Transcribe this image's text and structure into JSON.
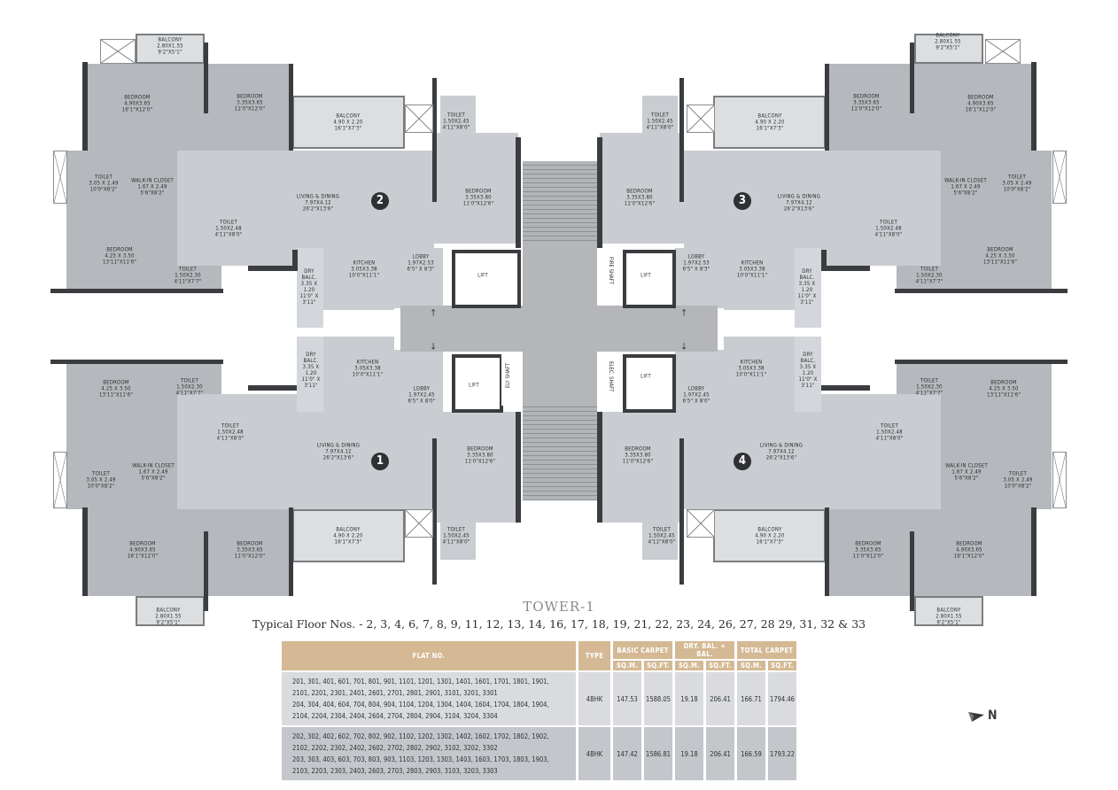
{
  "title": "TOWER-1",
  "subtitle": "Typical Floor Nos. - 2, 3, 4, 6, 7, 8, 9, 11, 12, 13, 14, 16, 17, 18, 19, 21, 22, 23, 24, 26, 27, 28 29, 31, 32 & 33",
  "compass": {
    "label": "N",
    "icon": "north-arrow-icon"
  },
  "colors": {
    "header": "#d4b994",
    "wall": "#3a3c3f",
    "room": "#c9ccd0",
    "badge": "#2e3033"
  },
  "units": [
    {
      "number": "1"
    },
    {
      "number": "2"
    },
    {
      "number": "3"
    },
    {
      "number": "4"
    }
  ],
  "rooms": {
    "bedroom_master": {
      "name": "BEDROOM",
      "size_m": "4.90X3.65",
      "size_ft": "16'1\"X12'0\""
    },
    "bedroom_2": {
      "name": "BEDROOM",
      "size_m": "3.35X3.65",
      "size_ft": "11'0\"X12'0\""
    },
    "bedroom_3": {
      "name": "BEDROOM",
      "size_m": "4.25 X 3.50",
      "size_ft": "13'11\"X11'6\""
    },
    "bedroom_4": {
      "name": "BEDROOM",
      "size_m": "3.35X3.80",
      "size_ft": "11'0\"X12'6\""
    },
    "balcony_small": {
      "name": "BALCONY",
      "size_m": "2.80X1.55",
      "size_ft": "9'2\"X5'1\""
    },
    "balcony_large": {
      "name": "BALCONY",
      "size_m": "4.90 X 2.20",
      "size_ft": "16'1\"X7'3\""
    },
    "toilet_main": {
      "name": "TOILET",
      "size_m": "3.05 X 2.49",
      "size_ft": "10'0\"X8'2\""
    },
    "walkin": {
      "name": "WALK-IN CLOSET",
      "size_m": "1.67 X 2.49",
      "size_ft": "5'6\"X8'2\""
    },
    "toilet_248": {
      "name": "TOILET",
      "size_m": "1.50X2.48",
      "size_ft": "4'11\"X8'0\""
    },
    "toilet_230": {
      "name": "TOILET",
      "size_m": "1.50X2.30",
      "size_ft": "4'11\"X7'7\""
    },
    "toilet_245": {
      "name": "TOILET",
      "size_m": "1.50X2.45",
      "size_ft": "4'11\"X8'0\""
    },
    "living": {
      "name": "LIVING & DINING",
      "size_m": "7.97X4.12",
      "size_ft": "26'2\"X13'6\""
    },
    "kitchen": {
      "name": "KITCHEN",
      "size_m": "3.05X3.38",
      "size_ft": "10'0\"X11'1\""
    },
    "dry_balc": {
      "name": "DRY",
      "l2": "BALC.",
      "l3": "3.35 X",
      "l4": "1.20",
      "l5": "11'0\" X",
      "l6": "3'11\""
    },
    "lobby_top": {
      "name": "LOBBY",
      "size_m": "1.97X2.53",
      "size_ft": "6'5\" X 8'3\""
    },
    "lobby_bottom": {
      "name": "LOBBY",
      "size_m": "1.97X2.45",
      "size_ft": "6'5\" X 8'0\""
    },
    "lift": {
      "name": "LIFT"
    },
    "fire_shaft": {
      "name": "FIRE SHAFT"
    },
    "ely_shaft": {
      "name": "ELY SHAFT"
    },
    "elec_shaft": {
      "name": "ELEC. SHAFT"
    }
  },
  "table": {
    "headers": {
      "flat_no": "FLAT NO.",
      "type": "TYPE",
      "basic_carpet": "BASIC CARPET",
      "dry_bal": "DRY. BAL. + BAL.",
      "total_carpet": "TOTAL CARPET",
      "sqm": "SQ.M.",
      "sqft": "SQ.FT."
    },
    "rows": [
      {
        "flats_line1": "201, 301, 401, 601, 701, 801, 901, 1101, 1201, 1301, 1401, 1601, 1701, 1801, 1901,",
        "flats_line2": "2101, 2201, 2301, 2401, 2601, 2701, 2801, 2901, 3101, 3201, 3301",
        "flats_line3": "204, 304, 404, 604, 704, 804, 904, 1104, 1204, 1304, 1404, 1604, 1704, 1804, 1904,",
        "flats_line4": "2104, 2204, 2304, 2404, 2604, 2704, 2804, 2904, 3104, 3204, 3304",
        "type": "4BHK",
        "basic_sqm": "147.53",
        "basic_sqft": "1588.05",
        "bal_sqm": "19.18",
        "bal_sqft": "206.41",
        "total_sqm": "166.71",
        "total_sqft": "1794.46"
      },
      {
        "flats_line1": "202, 302, 402, 602, 702, 802, 902, 1102, 1202, 1302, 1402, 1602, 1702, 1802, 1902,",
        "flats_line2": "2102, 2202, 2302, 2402, 2602, 2702, 2802, 2902, 3102, 3202, 3302",
        "flats_line3": "203, 303, 403, 603, 703, 803, 903, 1103, 1203, 1303, 1403, 1603, 1703, 1803, 1903,",
        "flats_line4": "2103, 2203, 2303, 2403, 2603, 2703, 2803, 2903, 3103, 3203, 3303",
        "type": "4BHK",
        "basic_sqm": "147.42",
        "basic_sqft": "1586.81",
        "bal_sqm": "19.18",
        "bal_sqft": "206.41",
        "total_sqm": "166.59",
        "total_sqft": "1793.22"
      }
    ]
  }
}
